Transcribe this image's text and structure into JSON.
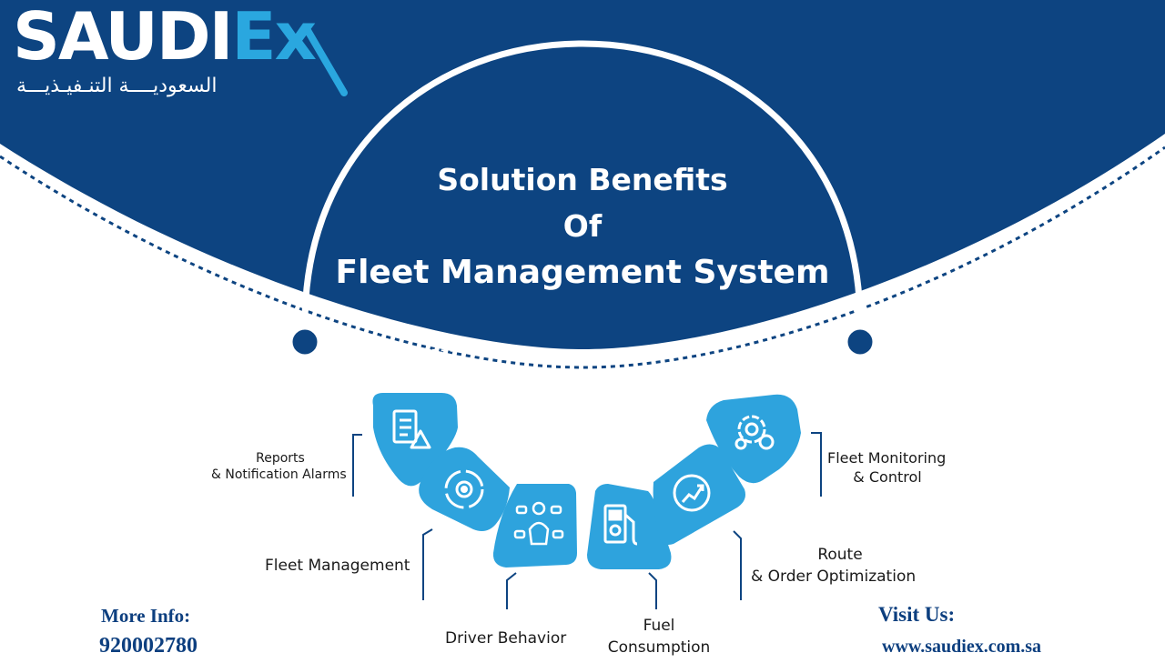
{
  "logo": {
    "brand_main": "SAUDI",
    "brand_accent": "Ex",
    "arabic": "السعوديــــة التنـفيـذيـــة"
  },
  "title": {
    "line1": "Solution Benefits",
    "line2": "Of",
    "line3": "Fleet Management System"
  },
  "benefits": {
    "reports_line1": "Reports",
    "reports_line2": "& Notification Alarms",
    "fleet_management": "Fleet Management",
    "driver_behavior": "Driver Behavior",
    "fuel_line1": "Fuel",
    "fuel_line2": "Consumption",
    "route_line1": "Route",
    "route_line2": "& Order Optimization",
    "monitoring_line1": "Fleet Monitoring",
    "monitoring_line2": "& Control"
  },
  "contact": {
    "more_info_label": "More Info:",
    "phone": "920002780",
    "visit_label": "Visit Us:",
    "website": "www.saudiex.com.sa"
  },
  "icons": [
    "clipboard-warning-icon",
    "gear-cycle-icon",
    "driver-icon",
    "fuel-pump-icon",
    "growth-chart-icon",
    "gears-icon"
  ],
  "colors": {
    "navy": "#0d4481",
    "tile_blue": "#2ea3dd",
    "accent": "#2aa7df",
    "text_dark": "#1a1a1a",
    "contact_blue": "#0d3f7f"
  }
}
